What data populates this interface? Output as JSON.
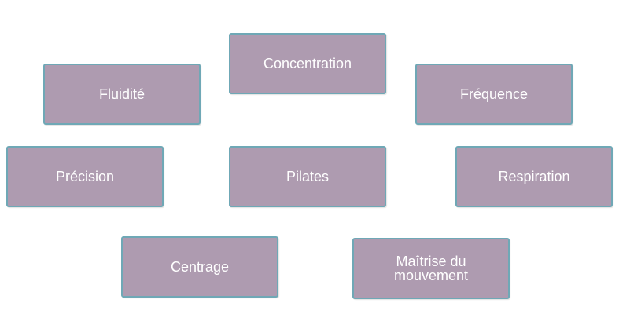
{
  "diagram": {
    "nodes": {
      "concentration": "Concentration",
      "fluidite": "Fluidité",
      "frequence": "Fréquence",
      "precision": "Précision",
      "pilates": "Pilates",
      "respiration": "Respiration",
      "centrage": "Centrage",
      "maitrise": "Maîtrise du mouvement"
    },
    "colors": {
      "box_fill": "#ae9bb0",
      "box_border": "#6fa8b6",
      "text": "#ffffff"
    }
  }
}
